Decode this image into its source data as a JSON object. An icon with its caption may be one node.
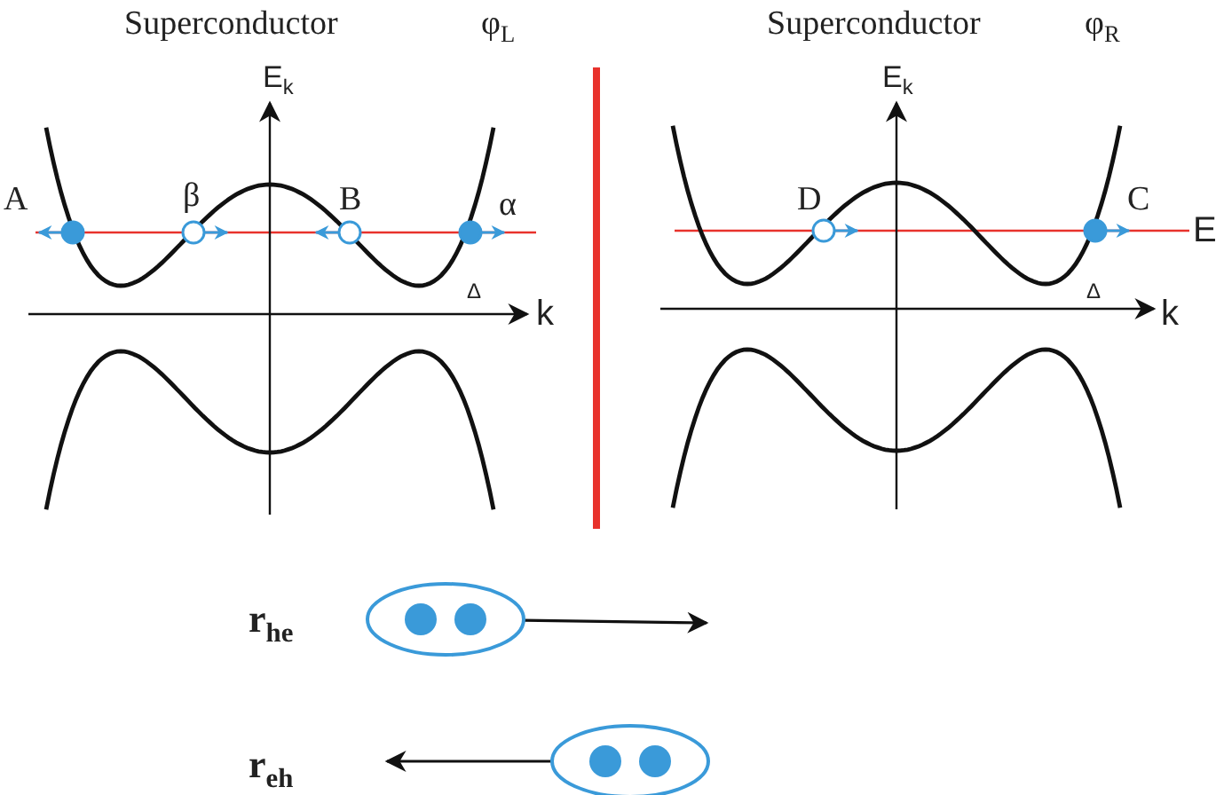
{
  "diagram": {
    "nodes": [
      {
        "text": [],
        "shape": "ellipse"
      },
      {
        "text": [],
        "shape": "ellipse"
      }
    ],
    "edges": [
      {
        "from": 0,
        "to": null,
        "arrow": "to"
      },
      {
        "from": 1,
        "to": null,
        "arrow": "to"
      }
    ],
    "labels": [
      "Superconductor",
      "φ$_{L}$",
      "E$_{k}$",
      "A",
      "β",
      "B",
      "α",
      "Δ",
      "k",
      "Superconductor",
      "φ$_{R}$",
      "E$_{k}$",
      "D",
      "C",
      "E",
      "Δ",
      "k",
      "r$_{he}$",
      "r$_{eh}$"
    ]
  }
}
